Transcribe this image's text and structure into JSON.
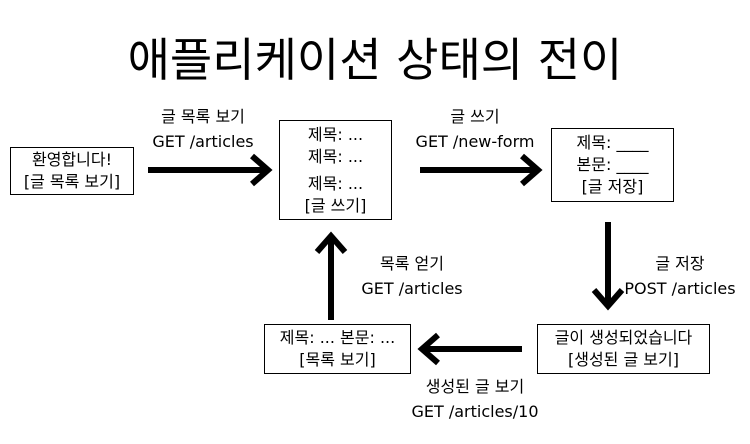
{
  "title": "애플리케이션 상태의 전이",
  "nodes": {
    "welcome": {
      "lines": [
        "환영합니다!",
        "[글 목록 보기]"
      ]
    },
    "list": {
      "lines": [
        "제목: ...",
        "제목: ...",
        "제목: ...",
        "[글 쓰기]"
      ]
    },
    "form": {
      "lines": [
        "제목: ____",
        "본문: ____",
        "[글 저장]"
      ]
    },
    "created": {
      "lines": [
        "글이 생성되었습니다",
        "[생성된 글 보기]"
      ]
    },
    "article": {
      "lines": [
        "제목: ... 본문: ...",
        "[목록 보기]"
      ]
    }
  },
  "edges": {
    "welcome_to_list": {
      "name": "글 목록 보기",
      "request": "GET /articles"
    },
    "list_to_form": {
      "name": "글 쓰기",
      "request": "GET /new-form"
    },
    "form_to_created": {
      "name": "글 저장",
      "request": "POST /articles"
    },
    "created_to_article": {
      "name": "생성된 글 보기",
      "request": "GET /articles/10"
    },
    "article_to_list": {
      "name": "목록 얻기",
      "request": "GET /articles"
    }
  }
}
